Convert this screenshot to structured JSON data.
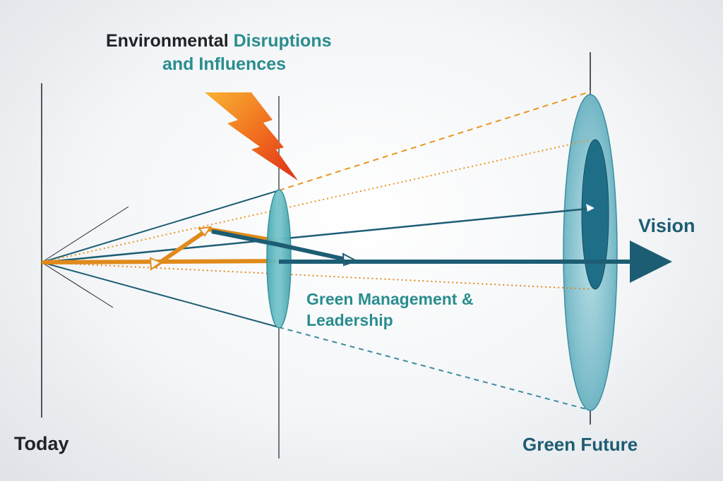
{
  "labels": {
    "disruptions_word1": "Environmental",
    "disruptions_word2": "Disruptions",
    "disruptions_line2": "and Influences",
    "green_management_line1": "Green Management &",
    "green_management_line2": "Leadership",
    "vision": "Vision",
    "today": "Today",
    "green_future": "Green Future"
  },
  "colors": {
    "teal_dark": "#1d5d74",
    "teal_label": "#2a8d8f",
    "orange": "#e08a1a",
    "lightning_top": "#f7a21b",
    "lightning_bottom": "#e23a1a",
    "lens_fill": "#5fb8c0",
    "outer_ellipse": "#8ec6d0",
    "inner_ellipse": "#1f6e87"
  },
  "icons": {
    "lightning": "lightning-bolt-icon"
  }
}
